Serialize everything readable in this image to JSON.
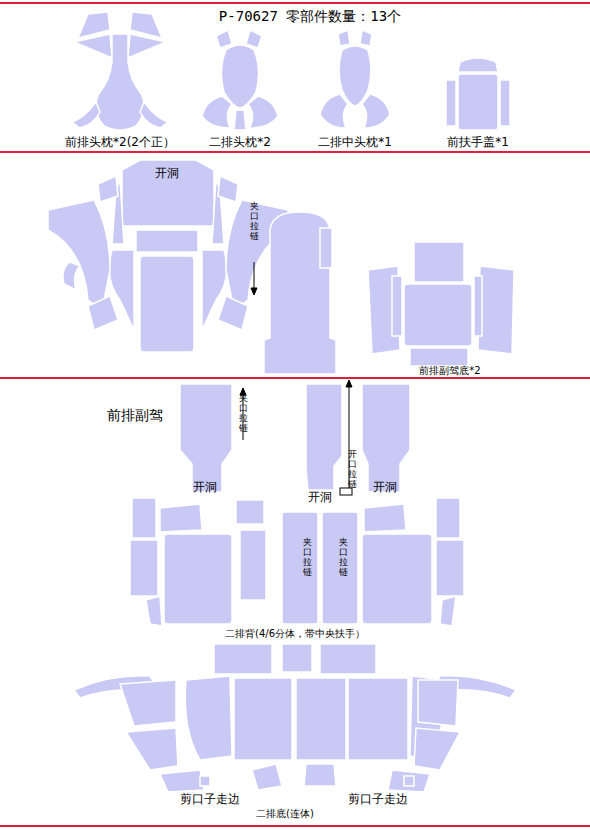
{
  "diagram": {
    "title": "P-70627 零部件数量：13个",
    "labels": [
      "前排头枕*2(2个正）",
      "二排头枕*2",
      "二排中头枕*1",
      "前扶手盖*1",
      "开洞",
      "夹口拉链",
      "前排副驾底*2",
      "前排副驾",
      "夹口拉链",
      "开口拉链",
      "开洞",
      "开洞",
      "开洞",
      "夹口拉链",
      "夹口拉链",
      "二排背(4/6分体，带中央扶手）",
      "剪口子走边",
      "剪口子走边",
      "二排底(连体)"
    ]
  }
}
